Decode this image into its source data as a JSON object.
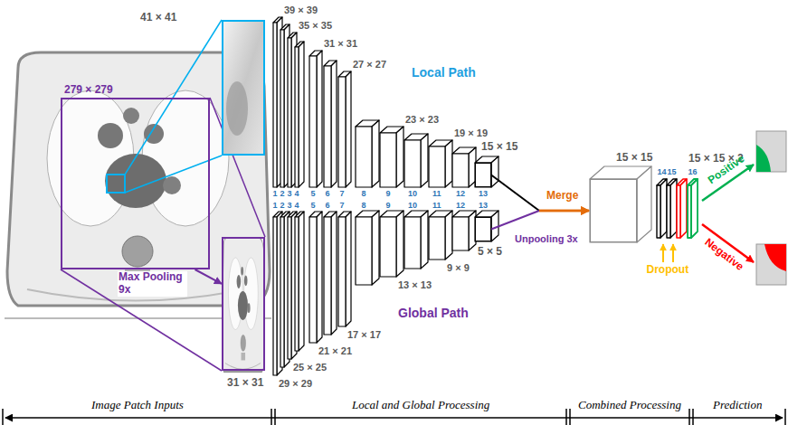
{
  "diagram": {
    "nodes": [
      {
        "text": [
          "279 × 279"
        ]
      },
      {
        "text": [
          "41 × 41"
        ]
      },
      {
        "text": [
          "31 × 31"
        ]
      },
      {
        "text": [
          "15 × 15"
        ]
      },
      {
        "text": [
          "5 × 5"
        ]
      },
      {
        "text": [
          "15 × 15"
        ]
      },
      {
        "text": [
          "15 × 15 × 2"
        ]
      }
    ],
    "edges": [
      {
        "from": 0,
        "to": 2,
        "label": "Max Pooling 9x",
        "arrow": "to"
      },
      {
        "from": 3,
        "to": 5,
        "label": "Merge",
        "arrow": "to"
      },
      {
        "from": 4,
        "to": 5,
        "label": "Unpooling 3x",
        "arrow": "to"
      }
    ],
    "labels": [
      "Local Path",
      "Global Path",
      "39 × 39",
      "35 × 35",
      "31 × 31",
      "27 × 27",
      "23 × 23",
      "19 × 19",
      "1",
      "2",
      "3",
      "4",
      "5",
      "6",
      "7",
      "8",
      "9",
      "10",
      "11",
      "12",
      "13",
      "1",
      "2",
      "3",
      "4",
      "5",
      "6",
      "7",
      "8",
      "9",
      "10",
      "11",
      "12",
      "13",
      "29 × 29",
      "25 × 25",
      "21 × 21",
      "17 × 17",
      "13 × 13",
      "9 × 9",
      "14",
      "15",
      "16",
      "Dropout",
      "Positive",
      "Negative",
      "Image Patch Inputs",
      "Local and Global Processing",
      "Combined Processing",
      "Prediction"
    ]
  }
}
